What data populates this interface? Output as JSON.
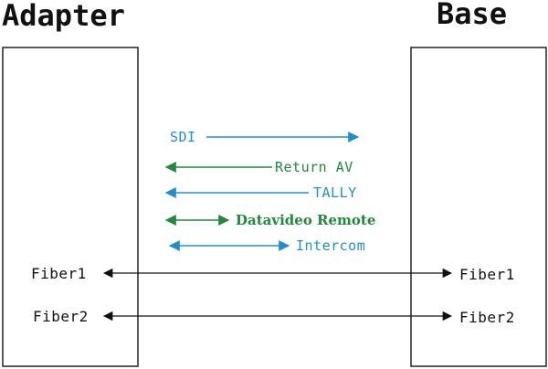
{
  "diagram": {
    "adapter_title": "Adapter",
    "base_title": "Base",
    "signals": {
      "sdi": {
        "label": "SDI",
        "direction": "adapter-to-base",
        "color": "#1e90d0"
      },
      "return_av": {
        "label": "Return AV",
        "direction": "base-to-adapter",
        "color": "#1f8a3a"
      },
      "tally": {
        "label": "TALLY",
        "direction": "base-to-adapter",
        "color": "#1e90d0"
      },
      "datavideo_remote": {
        "label": "Datavideo Remote",
        "direction": "bidirectional",
        "color": "#1f8a3a"
      },
      "intercom": {
        "label": "Intercom",
        "direction": "bidirectional",
        "color": "#1e90d0"
      }
    },
    "fibers": {
      "fiber1": {
        "adapter_label": "Fiber1",
        "base_label": "Fiber1",
        "direction": "bidirectional"
      },
      "fiber2": {
        "adapter_label": "Fiber2",
        "base_label": "Fiber2",
        "direction": "bidirectional"
      }
    },
    "colors": {
      "blue": "#1e90d0",
      "green": "#1f8a3a",
      "black": "#111111"
    }
  }
}
